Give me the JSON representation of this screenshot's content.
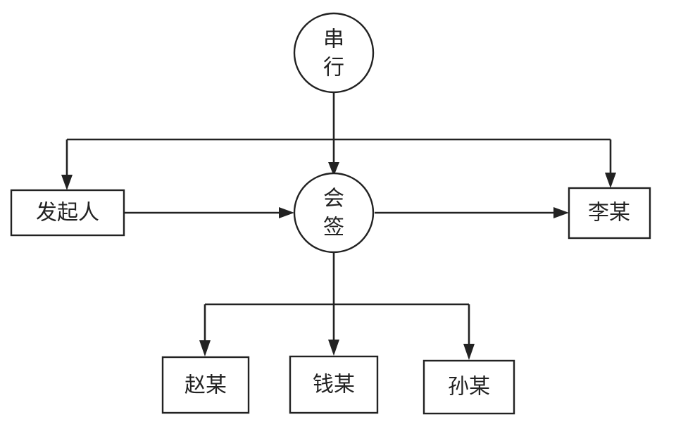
{
  "nodes": {
    "serial": {
      "line1": "串",
      "line2": "行"
    },
    "countersign": {
      "line1": "会",
      "line2": "签"
    },
    "initiator": {
      "label": "发起人"
    },
    "li": {
      "label": "李某"
    },
    "zhao": {
      "label": "赵某"
    },
    "qian": {
      "label": "钱某"
    },
    "sun": {
      "label": "孙某"
    }
  },
  "colors": {
    "stroke": "#222222",
    "background": "#ffffff"
  }
}
